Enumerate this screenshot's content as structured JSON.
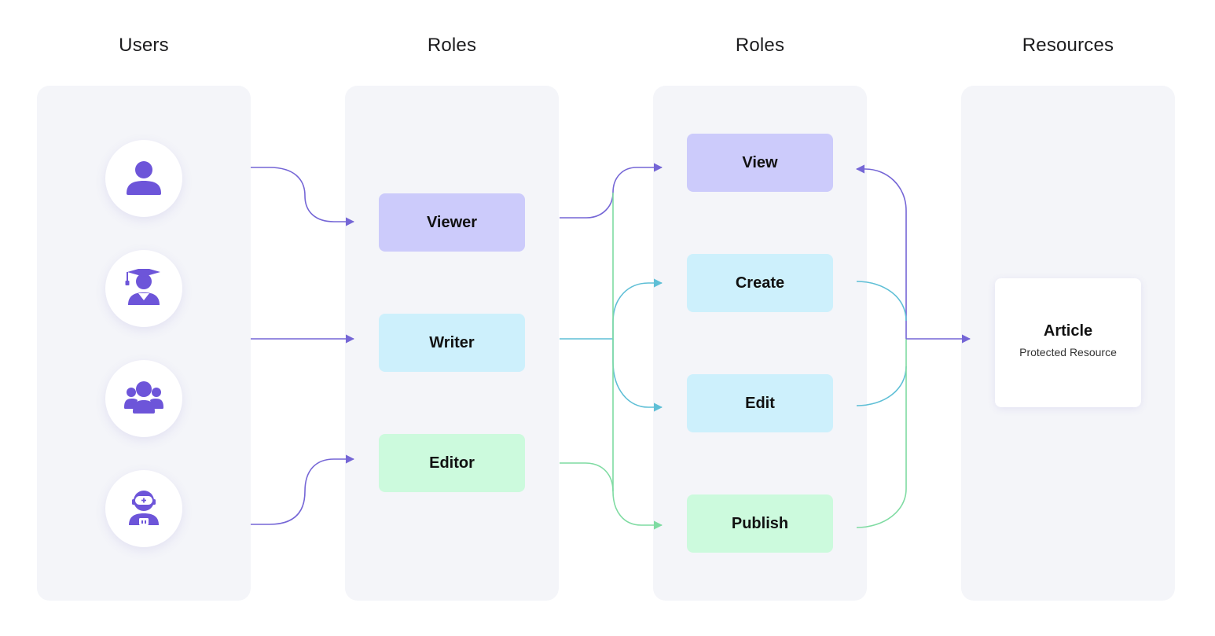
{
  "columns": {
    "users": "Users",
    "roles": "Roles",
    "permissions": "Roles",
    "resources": "Resources"
  },
  "users": [
    {
      "icon": "user-icon"
    },
    {
      "icon": "graduate-icon"
    },
    {
      "icon": "group-icon"
    },
    {
      "icon": "robot-icon"
    }
  ],
  "roles": [
    {
      "label": "Viewer",
      "color": "#cccbfb"
    },
    {
      "label": "Writer",
      "color": "#cdf0fc"
    },
    {
      "label": "Editor",
      "color": "#ccfadd"
    }
  ],
  "permissions": [
    {
      "label": "View",
      "color": "#cccbfb"
    },
    {
      "label": "Create",
      "color": "#cdf0fc"
    },
    {
      "label": "Edit",
      "color": "#cdf0fc"
    },
    {
      "label": "Publish",
      "color": "#ccfadd"
    }
  ],
  "resource": {
    "title": "Article",
    "subtitle": "Protected Resource"
  },
  "colors": {
    "accent_purple": "#6d55d9",
    "line_purple": "#7566d6",
    "line_blue": "#5fbfd6",
    "line_green": "#7fdba2",
    "panel_bg": "#f4f5f9"
  }
}
